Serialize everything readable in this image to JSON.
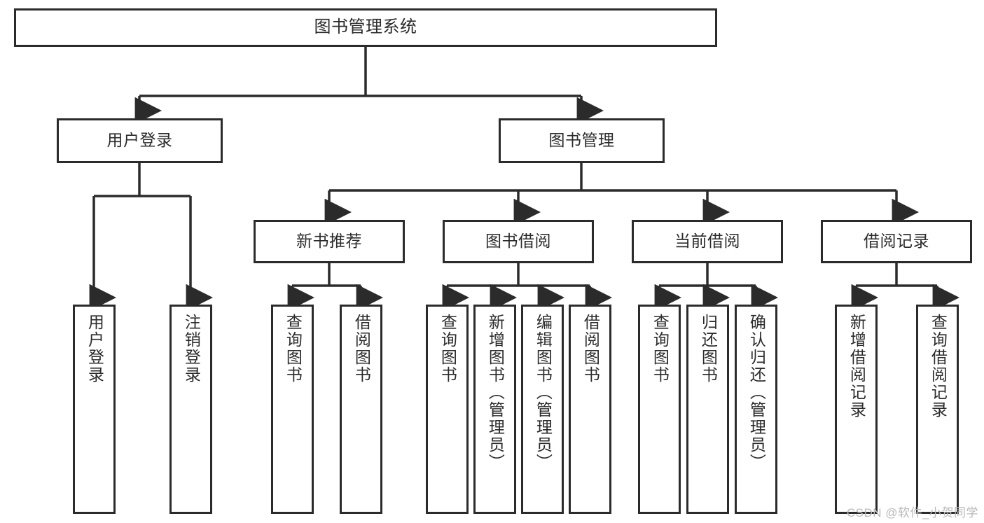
{
  "diagram": {
    "title": "图书管理系统",
    "watermark": "CSDN @软件_小贺同学",
    "stroke_color": "#2b2b2b",
    "fill_color": "#ffffff",
    "nodes": {
      "root": {
        "label": "图书管理系统"
      },
      "level2": [
        {
          "id": "user-login",
          "label": "用户登录"
        },
        {
          "id": "book-manage",
          "label": "图书管理"
        }
      ],
      "level3": [
        {
          "id": "new-book-recommend",
          "label": "新书推荐"
        },
        {
          "id": "book-borrow",
          "label": "图书借阅"
        },
        {
          "id": "current-borrow",
          "label": "当前借阅"
        },
        {
          "id": "borrow-record",
          "label": "借阅记录"
        }
      ],
      "leaves": [
        {
          "id": "leaf-user-login",
          "label": "用户登录",
          "parent": "user-login"
        },
        {
          "id": "leaf-logout-login",
          "label": "注销登录",
          "parent": "user-login"
        },
        {
          "id": "leaf-query-book-1",
          "label": "查询图书",
          "parent": "new-book-recommend"
        },
        {
          "id": "leaf-borrow-book-1",
          "label": "借阅图书",
          "parent": "new-book-recommend"
        },
        {
          "id": "leaf-query-book-2",
          "label": "查询图书",
          "parent": "book-borrow"
        },
        {
          "id": "leaf-add-book",
          "label": "新增图书（管理员）",
          "parent": "book-borrow"
        },
        {
          "id": "leaf-edit-book",
          "label": "编辑图书（管理员）",
          "parent": "book-borrow"
        },
        {
          "id": "leaf-borrow-book-2",
          "label": "借阅图书",
          "parent": "book-borrow"
        },
        {
          "id": "leaf-query-book-3",
          "label": "查询图书",
          "parent": "current-borrow"
        },
        {
          "id": "leaf-return-book",
          "label": "归还图书",
          "parent": "current-borrow"
        },
        {
          "id": "leaf-confirm-return",
          "label": "确认归还（管理员）",
          "parent": "current-borrow"
        },
        {
          "id": "leaf-add-borrow-record",
          "label": "新增借阅记录",
          "parent": "borrow-record"
        },
        {
          "id": "leaf-query-borrow-record",
          "label": "查询借阅记录",
          "parent": "borrow-record"
        }
      ]
    }
  }
}
